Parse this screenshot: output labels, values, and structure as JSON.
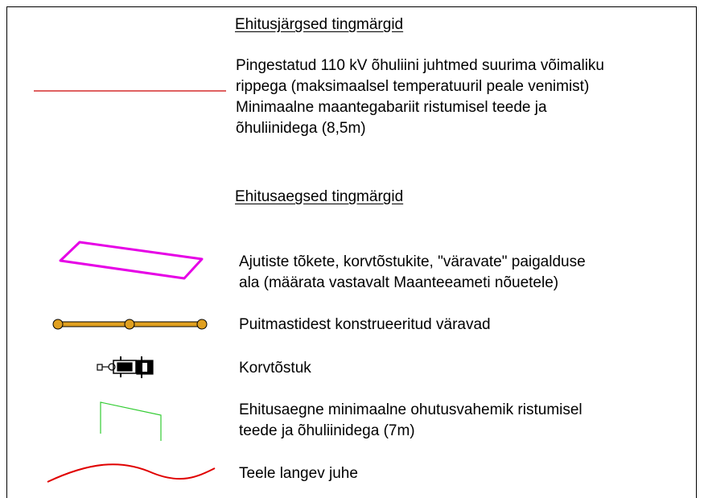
{
  "sections": {
    "after": {
      "heading": "Ehitusjärgsed tingmärgid",
      "items": [
        {
          "symbol": "red-line",
          "color": "#cc0000",
          "lines": [
            "Pingestatud 110 kV õhuliini juhtmed suurima võimaliku",
            "rippega (maksimaalsel temperatuuril peale venimist)",
            "Minimaalne maantegabariit ristumisel teede ja",
            "õhuliinidega (8,5m)"
          ]
        }
      ]
    },
    "during": {
      "heading": "Ehitusaegsed tingmärgid",
      "items": [
        {
          "symbol": "magenta-parallelogram",
          "color": "#e600e6",
          "lines": [
            "Ajutiste tõkete, korvtõstukite, \"väravate\" paigalduse",
            "ala (määrata vastavalt Maanteeameti nõuetele)"
          ]
        },
        {
          "symbol": "timber-gate",
          "color": "#e0a020",
          "lines": [
            "Puitmastidest konstrueeritud väravad"
          ]
        },
        {
          "symbol": "bucket-truck",
          "color": "#000000",
          "lines": [
            "Korvtõstuk"
          ]
        },
        {
          "symbol": "green-clearance",
          "color": "#33cc33",
          "lines": [
            "Ehitusaegne minimaalne ohutusvahemik ristumisel",
            "teede ja õhuliinidega (7m)"
          ]
        },
        {
          "symbol": "red-wave",
          "color": "#e00000",
          "lines": [
            "Teele langev juhe"
          ]
        }
      ]
    }
  }
}
